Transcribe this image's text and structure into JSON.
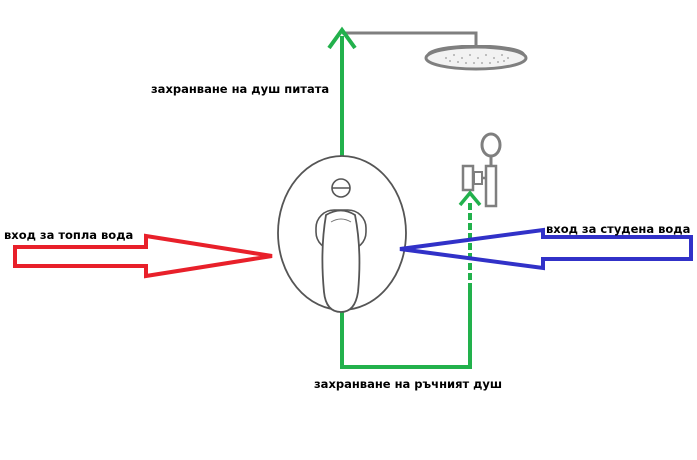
{
  "labels": {
    "shower_head_supply": "захранване на душ питата",
    "hot_water_inlet": "вход за топла вода",
    "cold_water_inlet": "вход за студена вода",
    "hand_shower_supply": "захранване на ръчният душ"
  },
  "colors": {
    "hot": "#e8202a",
    "cold": "#3131c8",
    "supply": "#22b14c",
    "fixture": "#7f7f7f",
    "outline": "#555555"
  }
}
